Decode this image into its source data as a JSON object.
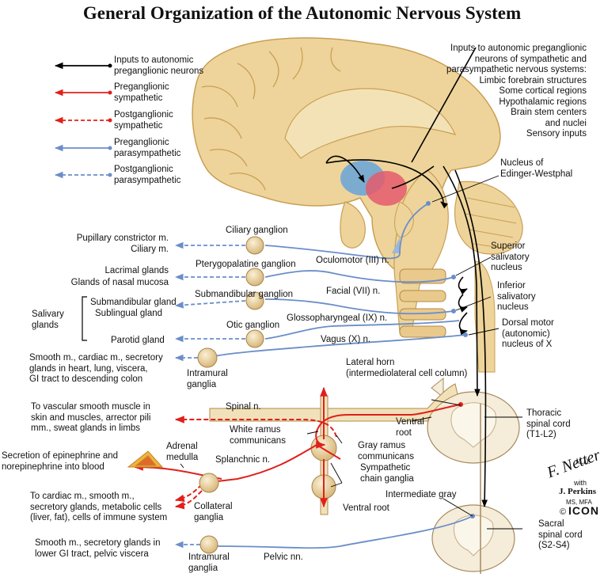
{
  "title": "General Organization of the Autonomic Nervous System",
  "colors": {
    "black": "#000000",
    "sympathetic": "#e0201b",
    "parasympathetic": "#6a8ec9",
    "brain": "#eed49a",
    "hypothalamus_red": "#e45a6c",
    "hypothalamus_blue": "#6fa6d6"
  },
  "legend": [
    {
      "line1": "Inputs to autonomic",
      "line2": "preganglionic neurons"
    },
    {
      "line1": "Preganglionic",
      "line2": "sympathetic"
    },
    {
      "line1": "Postganglionic",
      "line2": "sympathetic"
    },
    {
      "line1": "Preganglionic",
      "line2": "parasympathetic"
    },
    {
      "line1": "Postganglionic",
      "line2": "parasympathetic"
    }
  ],
  "inputs": [
    "Inputs to autonomic preganglionic",
    "neurons of sympathetic and",
    "parasympathetic nervous systems:",
    "Limbic forebrain structures",
    "Some cortical regions",
    "Hypothalamic regions",
    "Brain stem centers",
    "and nuclei",
    "Sensory inputs"
  ],
  "labels": {
    "edinger": [
      "Nucleus of",
      "Edinger-Westphal"
    ],
    "ciliary_ganglion": "Ciliary ganglion",
    "pupillary": [
      "Pupillary constrictor m.",
      "Ciliary m."
    ],
    "oculomotor": "Oculomotor (III) n.",
    "pterygo": "Pterygopalatine ganglion",
    "lacrimal": "Lacrimal glands",
    "nasal": "Glands of nasal mucosa",
    "facial": "Facial (VII) n.",
    "sup_salivatory": [
      "Superior",
      "salivatory",
      "nucleus"
    ],
    "submand_ganglion": "Submandibular ganglion",
    "submand_gland": "Submandibular gland",
    "sublingual": "Sublingual gland",
    "salivary": [
      "Salivary",
      "glands"
    ],
    "inf_salivatory": [
      "Inferior",
      "salivatory",
      "nucleus"
    ],
    "glosso": "Glossopharyngeal (IX) n.",
    "otic": "Otic ganglion",
    "parotid": "Parotid gland",
    "vagus": "Vagus (X) n.",
    "dorsal_motor": [
      "Dorsal motor",
      "(autonomic)",
      "nucleus of X"
    ],
    "smooth_heart": [
      "Smooth m., cardiac m., secretory",
      "glands in heart, lung, viscera,",
      "GI tract to descending colon"
    ],
    "intramural1": [
      "Intramural",
      "ganglia"
    ],
    "lateral_horn": [
      "Lateral horn",
      "(intermediolateral cell column)"
    ],
    "vascular": [
      "To vascular smooth muscle in",
      "skin and muscles, arrector pili",
      "mm., sweat glands in limbs"
    ],
    "spinal_n": "Spinal n.",
    "white_ramus": [
      "White ramus",
      "communicans"
    ],
    "ventral_root1": [
      "Ventral",
      "root"
    ],
    "thoracic": [
      "Thoracic",
      "spinal cord",
      "(T1-L2)"
    ],
    "gray_ramus": [
      "Gray ramus",
      "communicans"
    ],
    "adrenal": [
      "Adrenal",
      "medulla"
    ],
    "splanchnic": "Splanchnic n.",
    "chain": [
      "Sympathetic",
      "chain ganglia"
    ],
    "epinephrine": [
      "Secretion of epinephrine and",
      "norepinephrine into blood"
    ],
    "cardiac": [
      "To cardiac m., smooth m.,",
      "secretory glands, metabolic cells",
      "(liver, fat), cells of immune system"
    ],
    "collateral": [
      "Collateral",
      "ganglia"
    ],
    "intermediate": "Intermediate gray",
    "ventral_root2": "Ventral root",
    "sacral": [
      "Sacral",
      "spinal cord",
      "(S2-S4)"
    ],
    "lower_gi": [
      "Smooth m., secretory glands in",
      "lower GI tract, pelvic viscera"
    ],
    "intramural2": [
      "Intramural",
      "ganglia"
    ],
    "pelvic": "Pelvic nn."
  },
  "signature": {
    "name": "F. Netter",
    "md": "M.D.",
    "with": "with",
    "perkins": "J. Perkins",
    "perkins_deg": "MS, MFA",
    "copyright": "©",
    "logo": "ICON"
  }
}
